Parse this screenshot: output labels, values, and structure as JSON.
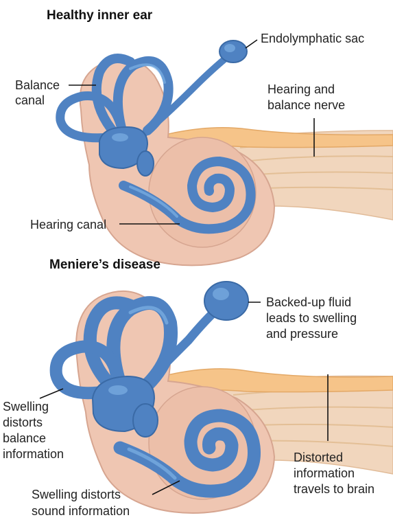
{
  "panels": {
    "healthy": {
      "title": "Healthy inner ear",
      "labels": {
        "endolymphatic_sac": "Endolymphatic sac",
        "balance_canal_1": "Balance",
        "balance_canal_2": "canal",
        "nerve_1": "Hearing and",
        "nerve_2": "balance nerve",
        "hearing_canal": "Hearing canal"
      }
    },
    "menieres": {
      "title": "Meniere’s disease",
      "labels": {
        "fluid_1": "Backed-up fluid",
        "fluid_2": "leads to swelling",
        "fluid_3": "and pressure",
        "swelling_balance_1": "Swelling",
        "swelling_balance_2": "distorts",
        "swelling_balance_3": "balance",
        "swelling_balance_4": "information",
        "distorted_1": "Distorted",
        "distorted_2": "information",
        "distorted_3": "travels to brain",
        "swelling_sound_1": "Swelling distorts",
        "swelling_sound_2": "sound information"
      }
    }
  },
  "colors": {
    "labyrinth": "#4f82c2",
    "bone": "#efc6b2",
    "nerve": "#f6c489"
  }
}
